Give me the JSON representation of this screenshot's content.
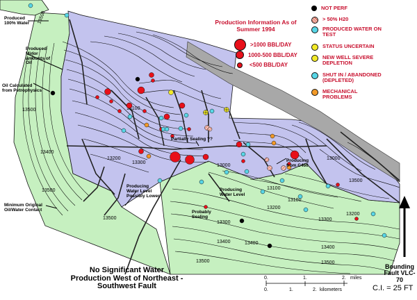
{
  "legend": {
    "production_title": "Production Information As of Summer 1994",
    "production": [
      {
        "label": ">1000 BBL/DAY",
        "color": "#e8101a"
      },
      {
        "label": "1000-500 BBL/DAY",
        "color": "#e8101a"
      },
      {
        "label": "<500 BBL/DAY",
        "color": "#e8101a"
      }
    ],
    "status": [
      {
        "label": "NOT PERF",
        "icon": "black-dot-icon",
        "color": "#000000"
      },
      {
        "label": "> 50% H20",
        "icon": "hatched-circle-icon",
        "color": "#e89a8a"
      },
      {
        "label": "PRODUCED WATER ON TEST",
        "icon": "cyan-dot-icon",
        "color": "#58d6e6"
      },
      {
        "label": "STATUS UNCERTAIN",
        "icon": "yellow-dot-icon",
        "color": "#f2ea28"
      },
      {
        "label": "NEW WELL SEVERE DEPLETION",
        "icon": "crossed-yellow-circle-icon",
        "color": "#f2ea28"
      },
      {
        "label": "SHUT IN / ABANDONED (DEPLETED)",
        "icon": "crossed-cyan-circle-icon",
        "color": "#58d6e6"
      },
      {
        "label": "MECHANICAL PROBLEMS",
        "icon": "crossed-orange-circle-icon",
        "color": "#f29a28"
      }
    ]
  },
  "annotations": {
    "produced_water": "Produced 100% Water",
    "produced_minor": "Produced Minor amounts of Oil",
    "oil_calculated": "Oil Calculated from Petrophysics",
    "min_original": "Minimum Original Oil/Water Contact",
    "partially_sealing": "Partially Sealing ??",
    "producing_lower": "Producing Water Level Possibly Lower",
    "producing_water": "Producing Water Level",
    "producing_c460": "Producing from C460",
    "probably_sealing": "Probably Sealing",
    "no_significant": "No Significant Water Production West of Northeast - Southwest Fault",
    "bounding_fault": "Bounding Fault VLC-70"
  },
  "contours": [
    "13000",
    "13100",
    "13100",
    "13200",
    "13200",
    "13300",
    "13300",
    "13400",
    "13400",
    "13500",
    "13500",
    "13500",
    "13500",
    "13500",
    "13400",
    "13400",
    "13300",
    "13200",
    "13100",
    "13000",
    "13500",
    "13500"
  ],
  "scale": {
    "miles_label": "miles",
    "km_label": "kilometers",
    "miles_ticks": [
      "0.",
      "1.",
      "2."
    ],
    "km_ticks": [
      "0.",
      "1.",
      "2."
    ]
  },
  "contour_interval": "C.I. = 25 FT",
  "colors": {
    "water_zone": "#c6f0c0",
    "oil_zone": "#c3c3ee",
    "fault_gray": "#999999"
  }
}
